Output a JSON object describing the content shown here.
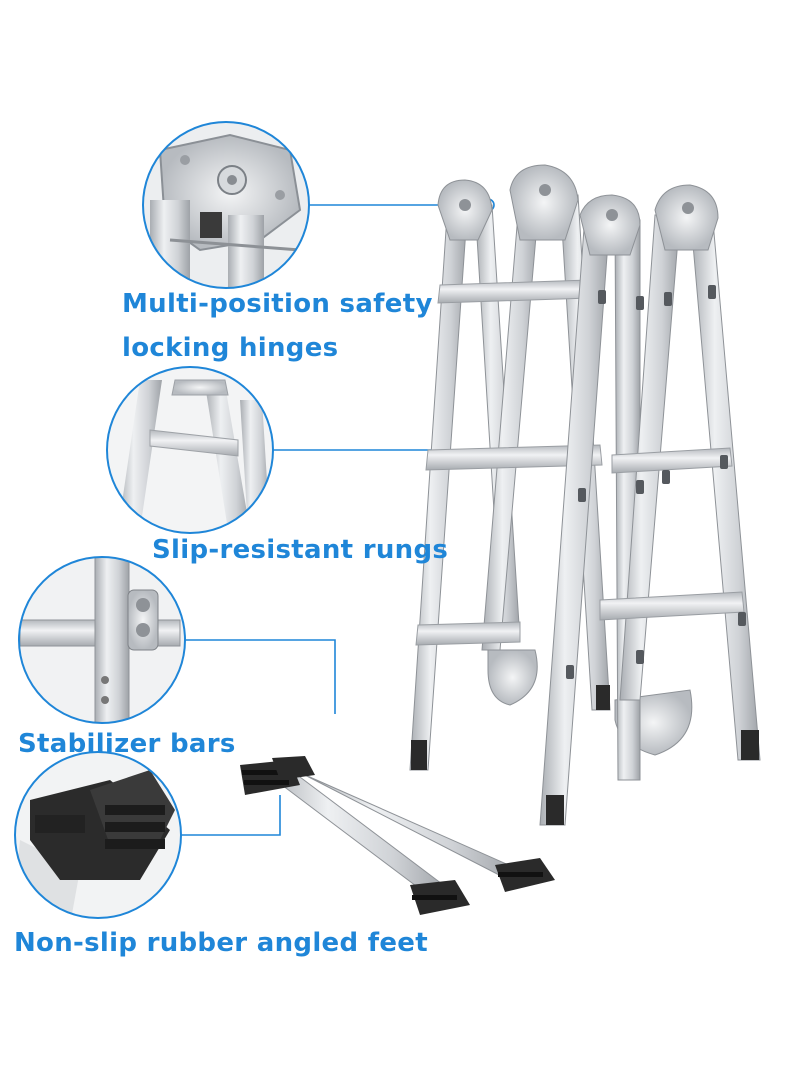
{
  "features": {
    "hinges_line1": "Multi-position safety",
    "hinges_line2": "locking hinges",
    "rungs": "Slip-resistant rungs",
    "stabilizer": "Stabilizer bars",
    "feet": "Non-slip rubber angled feet"
  },
  "colors": {
    "callout_blue": "#1f86d8",
    "aluminum": "#c9ccd0",
    "rubber": "#2a2a2a"
  }
}
